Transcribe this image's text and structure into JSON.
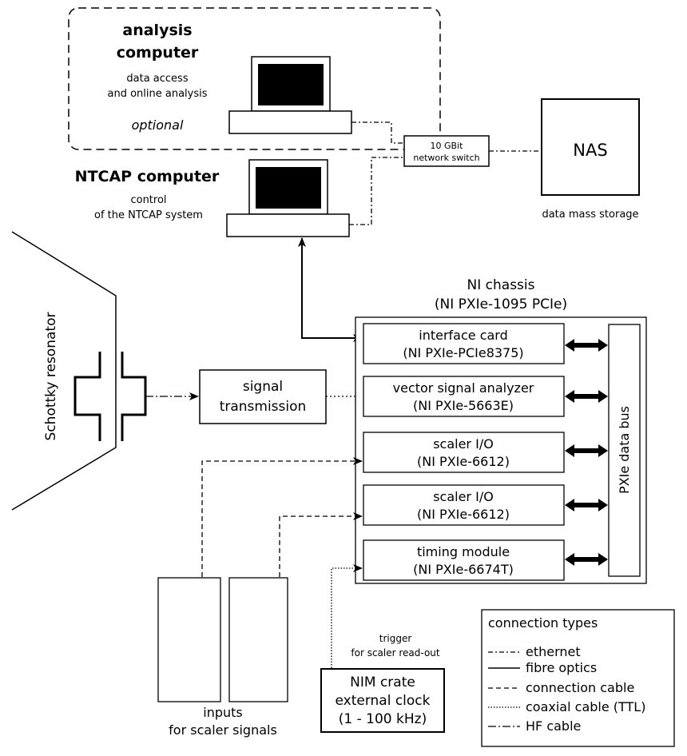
{
  "analysis_computer": {
    "title_line1": "analysis",
    "title_line2": "computer",
    "desc_line1": "data access",
    "desc_line2": "and online analysis",
    "optional": "optional"
  },
  "ntcap_computer": {
    "title": "NTCAP computer",
    "desc_line1": "control",
    "desc_line2": "of the NTCAP system"
  },
  "network_switch": {
    "line1": "10 GBit",
    "line2": "network switch"
  },
  "nas": {
    "label": "NAS",
    "caption": "data mass storage"
  },
  "resonator": {
    "label": "Schottky resonator"
  },
  "signal_transmission": {
    "line1": "signal",
    "line2": "transmission"
  },
  "chassis": {
    "title_line1": "NI chassis",
    "title_line2": "(NI PXIe-1095 PCIe)",
    "bus_label": "PXIe data bus",
    "modules": [
      {
        "name": "interface card",
        "model": "(NI PXIe-PCIe8375)"
      },
      {
        "name": "vector signal analyzer",
        "model": "(NI PXIe-5663E)"
      },
      {
        "name": "scaler I/O",
        "model": "(NI PXIe-6612)"
      },
      {
        "name": "scaler I/O",
        "model": "(NI PXIe-6612)"
      },
      {
        "name": "timing module",
        "model": "(NI PXIe-6674T)"
      }
    ]
  },
  "inputs": {
    "line1": "inputs",
    "line2": "for scaler signals"
  },
  "trigger": {
    "line1": "trigger",
    "line2": "for scaler read-out"
  },
  "nim_crate": {
    "line1": "NIM crate",
    "line2": "external clock",
    "line3": "(1 - 100 kHz)"
  },
  "legend": {
    "title": "connection types",
    "items": [
      {
        "label": "ethernet"
      },
      {
        "label": "fibre optics"
      },
      {
        "label": "connection cable"
      },
      {
        "label": "coaxial cable (TTL)"
      },
      {
        "label": "HF cable"
      }
    ]
  }
}
